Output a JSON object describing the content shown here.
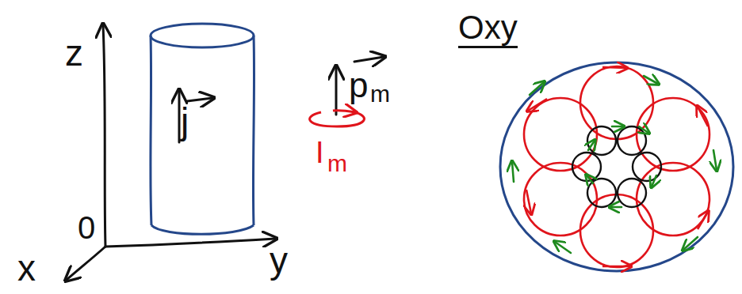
{
  "diagram": {
    "nodes": [
      {
        "text": [
          "j"
        ]
      }
    ],
    "labels": [
      "z",
      "0",
      "y",
      "x",
      "p",
      "m",
      "I",
      "m",
      "Oxy"
    ]
  }
}
